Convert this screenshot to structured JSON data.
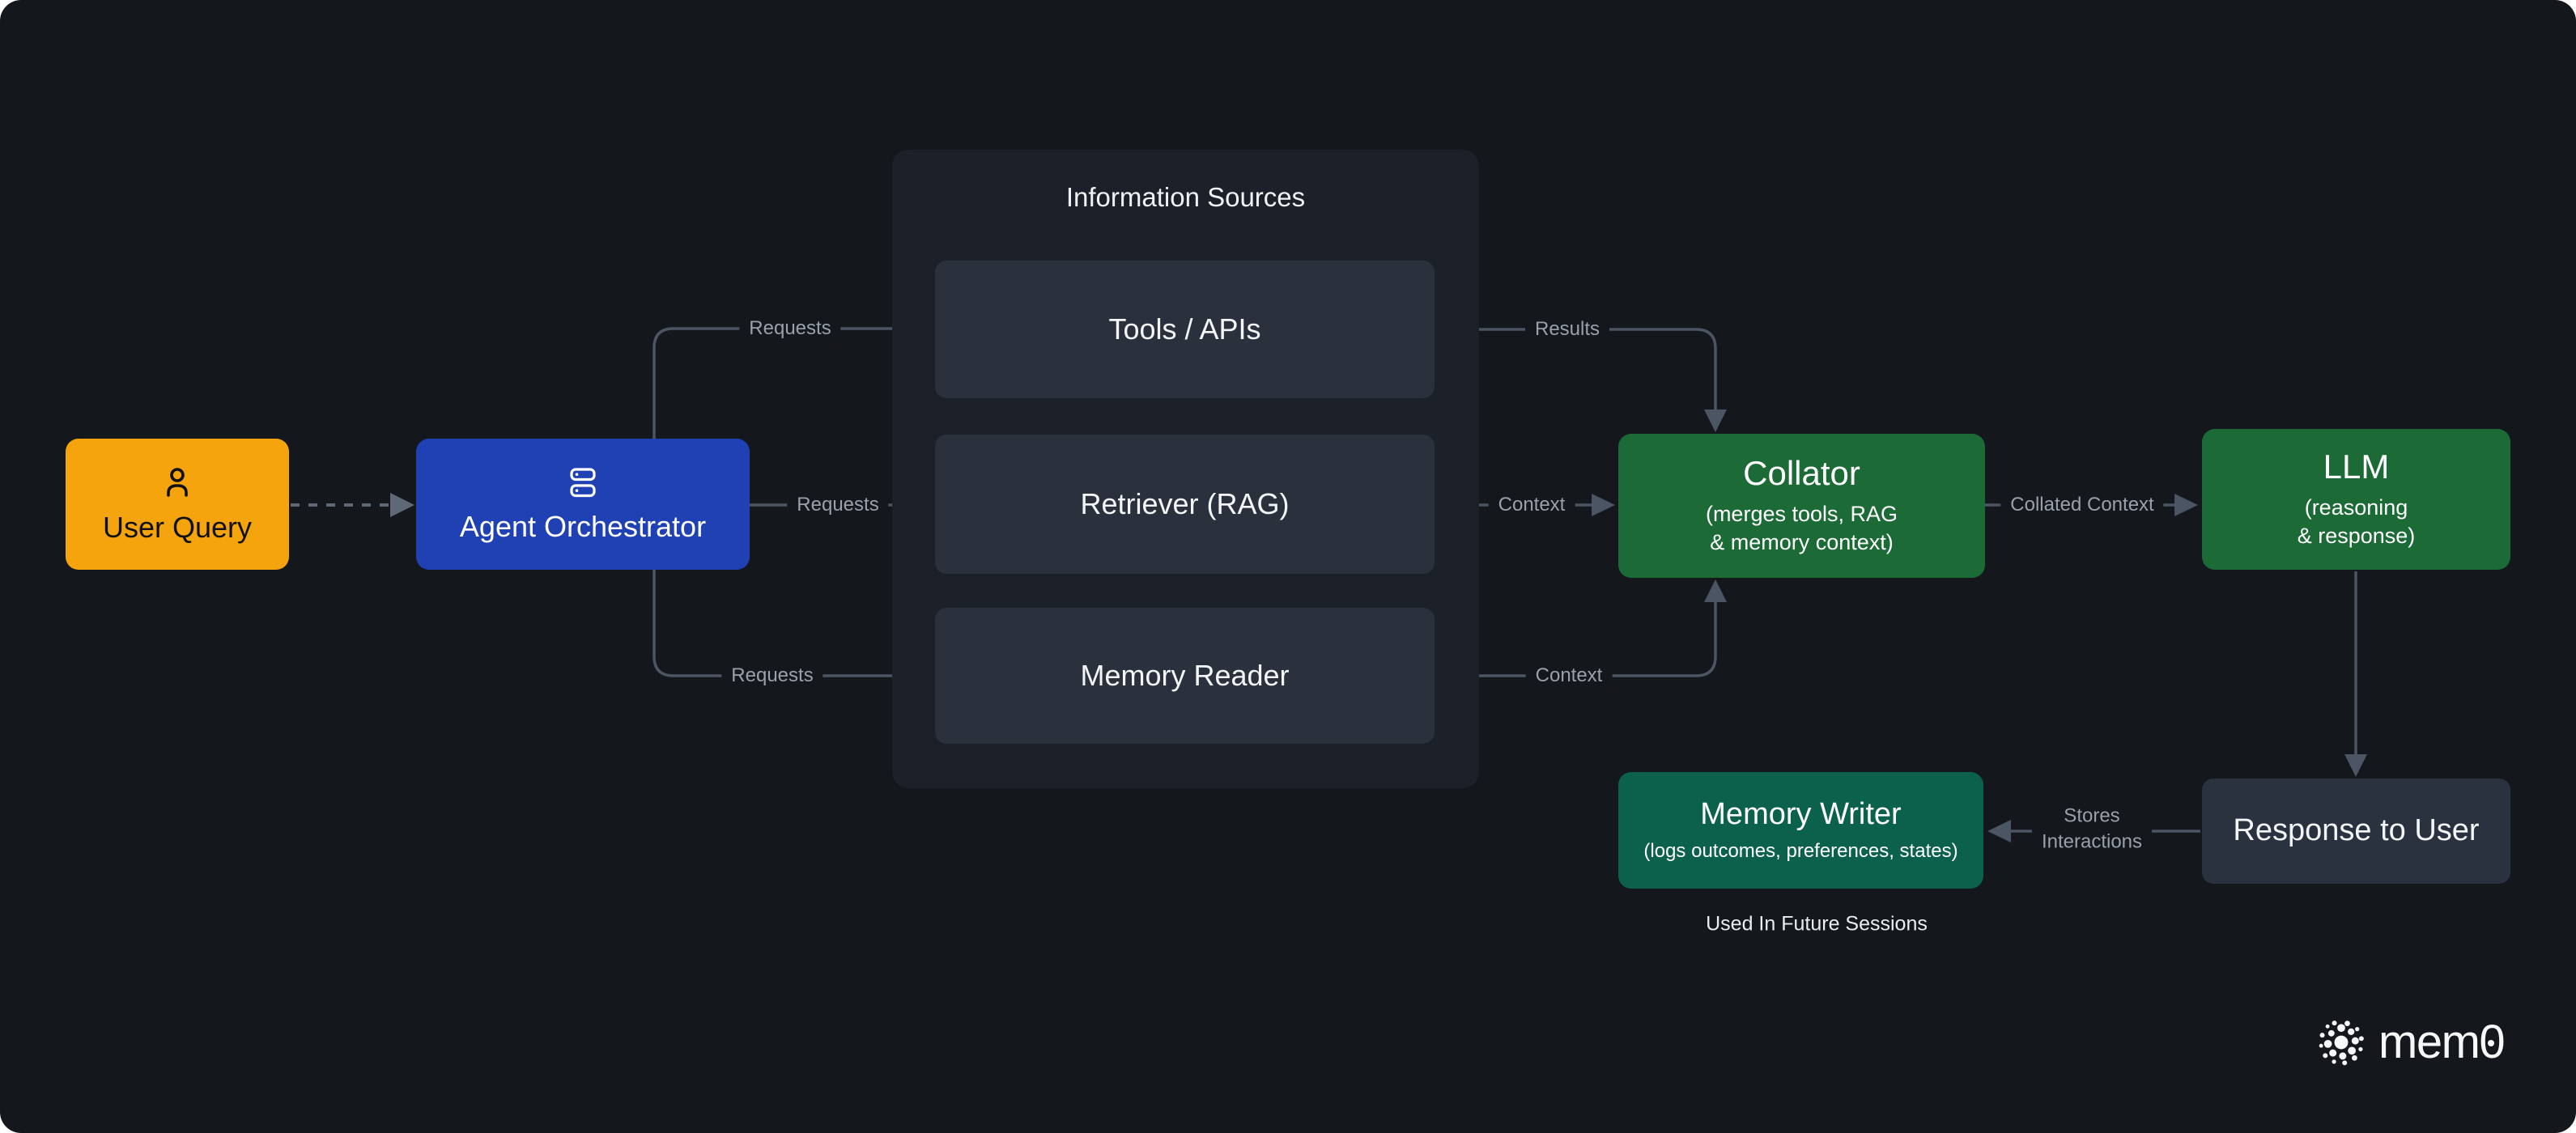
{
  "nodes": {
    "user_query": {
      "label": "User Query"
    },
    "agent_orchestrator": {
      "label": "Agent Orchestrator"
    },
    "information_sources": {
      "title": "Information Sources"
    },
    "tools_apis": {
      "label": "Tools / APIs"
    },
    "retriever": {
      "label": "Retriever (RAG)"
    },
    "memory_reader": {
      "label": "Memory Reader"
    },
    "collator": {
      "label": "Collator",
      "subtitle": "(merges tools, RAG\n& memory context)"
    },
    "llm": {
      "label": "LLM",
      "subtitle": "(reasoning\n& response)"
    },
    "memory_writer": {
      "label": "Memory Writer",
      "subtitle": "(logs outcomes, preferences, states)"
    },
    "response_to_user": {
      "label": "Response to User"
    }
  },
  "edge_labels": {
    "requests_tools": "Requests",
    "requests_retriever": "Requests",
    "requests_memory": "Requests",
    "results": "Results",
    "context_retriever": "Context",
    "context_memory": "Context",
    "collated_context": "Collated Context",
    "stores_interactions": "Stores\nInteractions"
  },
  "notes": {
    "used_in_future_sessions": "Used In Future Sessions"
  },
  "logo": {
    "wordmark": "mem0"
  },
  "icons": [
    "person-icon",
    "server-stack-icon",
    "mem0-burst-icon"
  ],
  "colors": {
    "background": "#14171C",
    "panel": "#1B2029",
    "source_box": "#2A313D",
    "orange": "#F6A40D",
    "blue": "#2041B4",
    "green": "#1C6B36",
    "teal_green": "#0C614D",
    "response_box": "#2A323F",
    "line": "#4C5563",
    "dashed_line": "#5F6876",
    "edge_label_text": "#98A1AC"
  }
}
